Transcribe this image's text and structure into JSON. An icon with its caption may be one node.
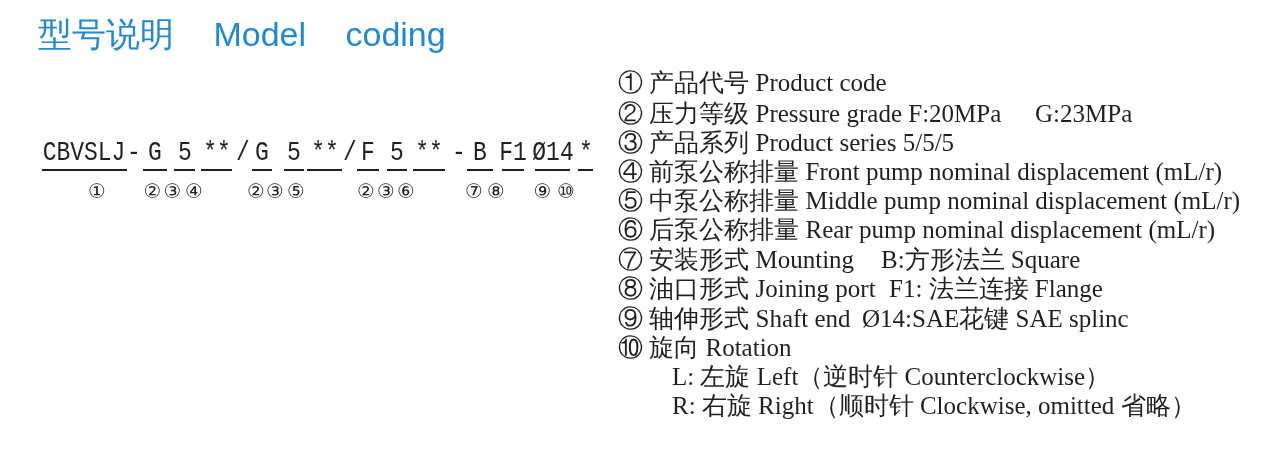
{
  "diagram": {
    "title": "型号说明 Model coding",
    "labels": [
      "CBVSLJ",
      "-",
      "G",
      "5",
      "**",
      "/",
      "G",
      "5",
      "**",
      "/",
      "F",
      "5",
      "**",
      "-",
      "B",
      "F1",
      "Ø14",
      "*",
      "①",
      "②",
      "③",
      "④",
      "②",
      "③",
      "⑤",
      "②",
      "③",
      "⑥",
      "⑦",
      "⑧",
      "⑨",
      "⑩",
      "① 产品代号 Product code",
      "② 压力等级 Pressure grade F:20MPa",
      "G:23MPa",
      "③ 产品系列 Product series 5/5/5",
      "④ 前泵公称排量 Front pump nominal displacement (mL/r)",
      "⑤ 中泵公称排量 Middle pump nominal displacement (mL/r)",
      "⑥ 后泵公称排量 Rear pump nominal displacement (mL/r)",
      "⑦ 安装形式 Mounting",
      "B:方形法兰 Square",
      "⑧ 油口形式 Joining port",
      "F1: 法兰连接 Flange",
      "⑨ 轴伸形式 Shaft end",
      "Ø14:SAE花键 SAE splinc",
      "⑩ 旋向 Rotation",
      "L: 左旋 Left（逆时针 Counterclockwise）",
      "R: 右旋 Right（顺时针 Clockwise, omitted 省略）"
    ]
  }
}
